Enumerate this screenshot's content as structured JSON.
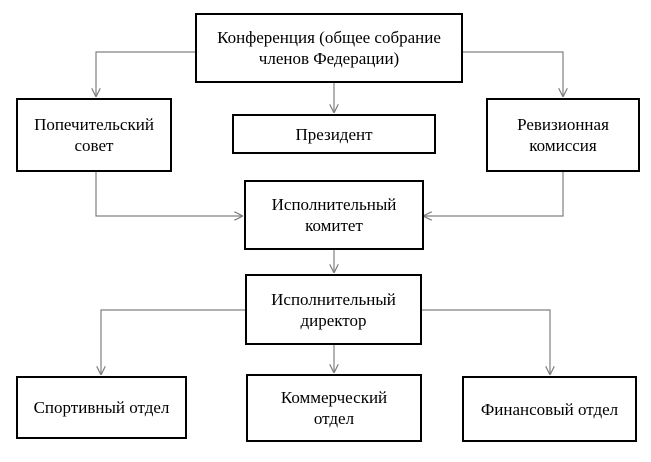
{
  "boxes": {
    "conference": "Конференция (общее собрание\nчленов Федерации)",
    "board_of_trustees": "Попечительский\nсовет",
    "president": "Президент",
    "audit_commission": "Ревизионная\nкомиссия",
    "executive_committee": "Исполнительный\nкомитет",
    "executive_director": "Исполнительный\nдиректор",
    "sports_department": "Спортивный отдел",
    "commercial_department": "Коммерческий\nотдел",
    "finance_department": "Финансовый отдел"
  },
  "colors": {
    "line": "#808080",
    "border": "#000000",
    "text": "#000000",
    "background": "#ffffff"
  }
}
